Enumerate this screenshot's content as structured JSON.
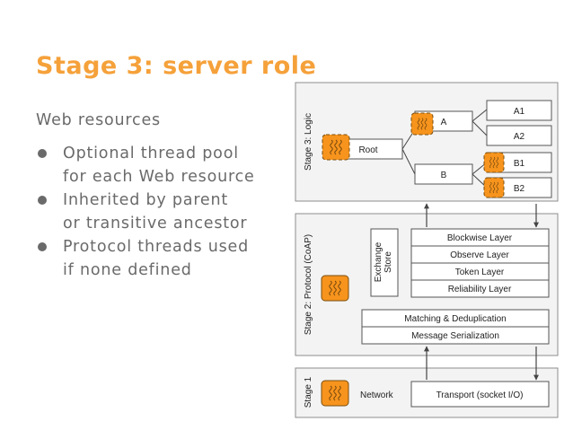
{
  "slide": {
    "title": "Stage 3: server role",
    "subhead": "Web resources",
    "bullets": [
      [
        "Optional thread pool",
        "for each Web resource"
      ],
      [
        "Inherited by parent",
        "or transitive ancestor"
      ],
      [
        "Protocol threads used",
        "if none defined"
      ]
    ]
  },
  "diagram": {
    "stages": [
      {
        "label": "Stage 3: Logic"
      },
      {
        "label": "Stage 2: Protocol (CoAP)"
      },
      {
        "label": "Stage 1"
      }
    ],
    "resources": {
      "root": "Root",
      "a": "A",
      "b": "B",
      "a1": "A1",
      "a2": "A2",
      "b1": "B1",
      "b2": "B2"
    },
    "exchange_store": [
      "Exchange",
      "Store"
    ],
    "protocol_layers": [
      "Blockwise Layer",
      "Observe Layer",
      "Token Layer",
      "Reliability Layer"
    ],
    "lower_layers": [
      "Matching & Deduplication",
      "Message Serialization"
    ],
    "network_label": "Network",
    "transport_label": "Transport (socket I/O)",
    "colors": {
      "accent": "#f5a13a",
      "thread_fill": "#f7941d",
      "thread_stroke": "#8a5a12",
      "panel_fill": "#f3f3f3",
      "panel_stroke": "#8c8c8c",
      "line": "#444444"
    },
    "icons": [
      "thread-pool-icon"
    ]
  }
}
